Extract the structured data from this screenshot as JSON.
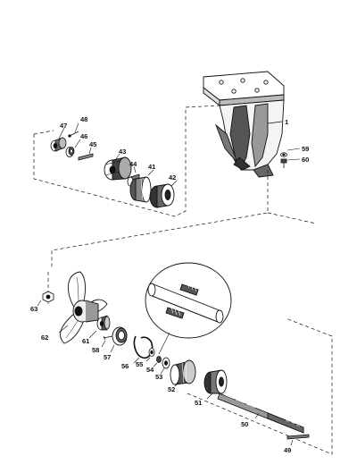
{
  "diagram": {
    "part_labels": [
      {
        "id": "1",
        "text": "1"
      },
      {
        "id": "47",
        "text": "47"
      },
      {
        "id": "48",
        "text": "48"
      },
      {
        "id": "46",
        "text": "46"
      },
      {
        "id": "45",
        "text": "45"
      },
      {
        "id": "43",
        "text": "43"
      },
      {
        "id": "44",
        "text": "44"
      },
      {
        "id": "41",
        "text": "41"
      },
      {
        "id": "42",
        "text": "42"
      },
      {
        "id": "59",
        "text": "59"
      },
      {
        "id": "60",
        "text": "60"
      },
      {
        "id": "63",
        "text": "63"
      },
      {
        "id": "62",
        "text": "62"
      },
      {
        "id": "61",
        "text": "61"
      },
      {
        "id": "58",
        "text": "58"
      },
      {
        "id": "57",
        "text": "57"
      },
      {
        "id": "56",
        "text": "56"
      },
      {
        "id": "55",
        "text": "55"
      },
      {
        "id": "54",
        "text": "54"
      },
      {
        "id": "53",
        "text": "53"
      },
      {
        "id": "52",
        "text": "52"
      },
      {
        "id": "51",
        "text": "51"
      },
      {
        "id": "50",
        "text": "50"
      },
      {
        "id": "49",
        "text": "49"
      }
    ]
  }
}
